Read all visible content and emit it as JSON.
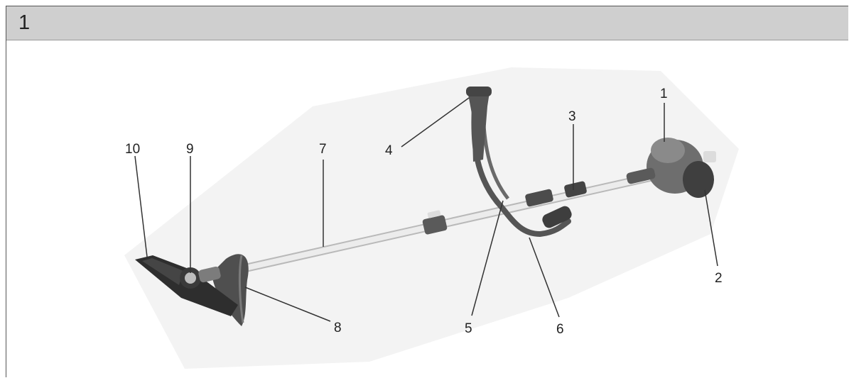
{
  "figure": {
    "number": "1"
  },
  "callouts": [
    {
      "label": "1"
    },
    {
      "label": "2"
    },
    {
      "label": "3"
    },
    {
      "label": "4"
    },
    {
      "label": "5"
    },
    {
      "label": "6"
    },
    {
      "label": "7"
    },
    {
      "label": "8"
    },
    {
      "label": "9"
    },
    {
      "label": "10"
    }
  ],
  "colors": {
    "header_bg": "#cfcfcf",
    "device": "#6b6b6b",
    "shaft": "#e6e6e6",
    "text": "#222222"
  }
}
